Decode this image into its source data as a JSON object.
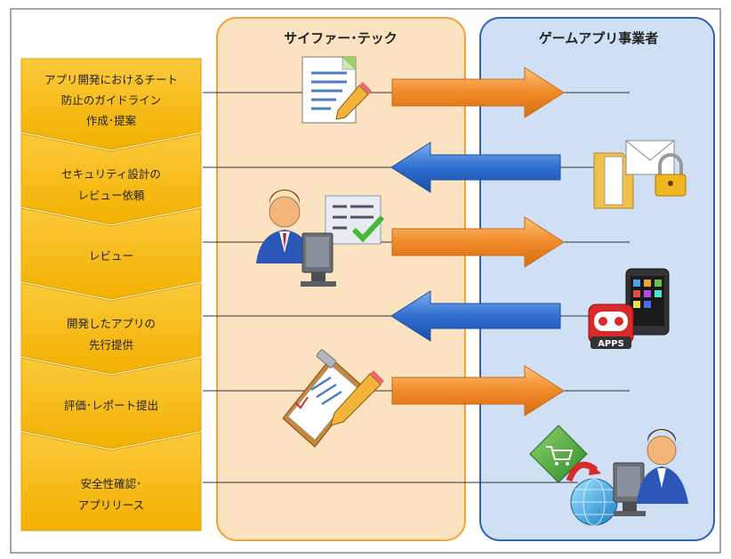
{
  "lanes": {
    "left_title": "サイファー･テック",
    "right_title": "ゲームアプリ事業者"
  },
  "steps": [
    {
      "lines": [
        "アプリ開発におけるチート",
        "防止のガイドライン",
        "作成･提案"
      ]
    },
    {
      "lines": [
        "セキュリティ設計の",
        "レビュー依頼"
      ]
    },
    {
      "lines": [
        "レビュー"
      ]
    },
    {
      "lines": [
        "開発したアプリの",
        "先行提供"
      ]
    },
    {
      "lines": [
        "評価･レポート提出"
      ]
    },
    {
      "lines": [
        "安全性確認･",
        "アプリリース"
      ]
    }
  ],
  "icons": {
    "apps_badge": "APPS"
  },
  "colors": {
    "frame": "#8a8a8a",
    "step_fill": "#f9bf1a",
    "step_stroke": "#e0a100",
    "left_lane_fill": "#fbe2c0",
    "left_lane_stroke": "#f3a33a",
    "right_lane_fill": "#cfe0f5",
    "right_lane_stroke": "#2f64b5",
    "orange_arrow": "#f08a28",
    "blue_arrow": "#2f6fd0"
  }
}
